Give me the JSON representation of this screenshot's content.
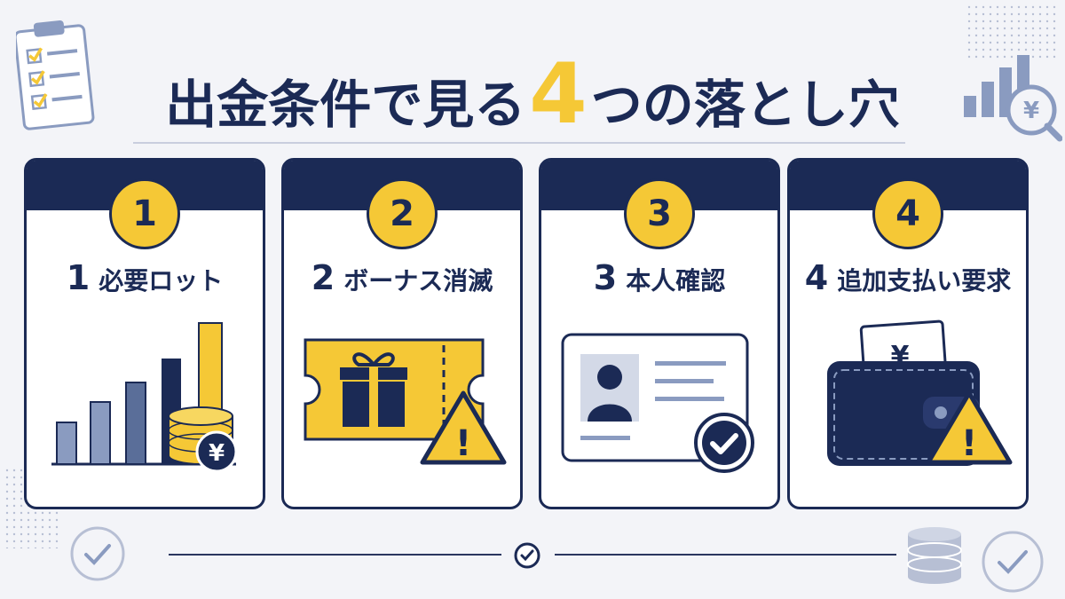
{
  "title": {
    "part1": "出金条件で見る",
    "number": "4",
    "part2": "つの落とし穴"
  },
  "cards": [
    {
      "number": "1",
      "title_num": "1",
      "title_text": "必要ロット"
    },
    {
      "number": "2",
      "title_num": "2",
      "title_text": "ボーナス消滅"
    },
    {
      "number": "3",
      "title_num": "3",
      "title_text": "本人確認"
    },
    {
      "number": "4",
      "title_num": "4",
      "title_text": "追加支払い要求"
    }
  ],
  "symbols": {
    "yen": "¥",
    "exclaim": "!"
  },
  "colors": {
    "navy": "#1b2a55",
    "yellow": "#f5c836",
    "background": "#f3f4f8",
    "steel": "#8a9bc0"
  },
  "icons": [
    "clipboard-checklist-icon",
    "bar-chart-magnifier-icon",
    "coins-yen-icon",
    "gift-ticket-icon",
    "warning-icon",
    "id-card-icon",
    "check-circle-icon",
    "wallet-icon",
    "coin-stack-icon"
  ]
}
